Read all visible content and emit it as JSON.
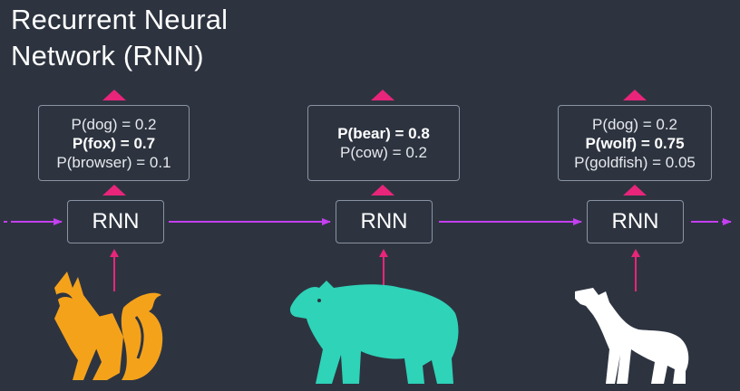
{
  "title": {
    "line1": "Recurrent Neural",
    "line2": "Network (RNN)"
  },
  "colors": {
    "background": "#2d3440",
    "arrow_pink": "#e8257a",
    "arrow_purple": "#c43ff0",
    "fox": "#f5a21b",
    "bear": "#2ed3b8",
    "wolf": "#ffffff",
    "box_border": "#8a93a3"
  },
  "cells": [
    {
      "rnn_label": "RNN",
      "animal": "fox-icon",
      "probs": [
        {
          "text": "P(dog) = 0.2",
          "bold": false
        },
        {
          "text": "P(fox) = 0.7",
          "bold": true
        },
        {
          "text": "P(browser) = 0.1",
          "bold": false
        }
      ]
    },
    {
      "rnn_label": "RNN",
      "animal": "bear-icon",
      "probs": [
        {
          "text": "P(bear) = 0.8",
          "bold": true
        },
        {
          "text": "P(cow) = 0.2",
          "bold": false
        }
      ]
    },
    {
      "rnn_label": "RNN",
      "animal": "wolf-icon",
      "probs": [
        {
          "text": "P(dog) = 0.2",
          "bold": false
        },
        {
          "text": "P(wolf) = 0.75",
          "bold": true
        },
        {
          "text": "P(goldfish) = 0.05",
          "bold": false
        }
      ]
    }
  ]
}
